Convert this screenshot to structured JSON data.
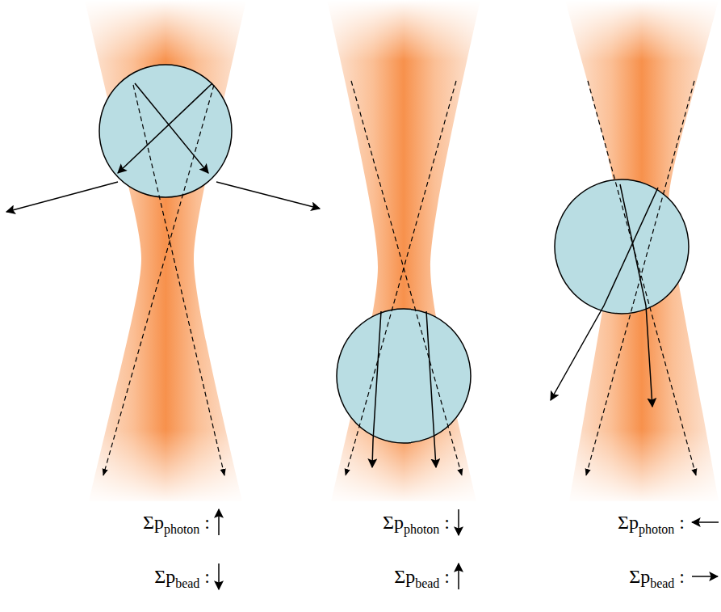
{
  "diagram": {
    "labels": [
      "Σp",
      "photon",
      ":",
      "Σp",
      "bead",
      ":",
      "Σp",
      "photon",
      ":",
      "Σp",
      "bead",
      ":",
      "Σp",
      "photon",
      ":",
      "Σp",
      "bead",
      ":"
    ]
  }
}
